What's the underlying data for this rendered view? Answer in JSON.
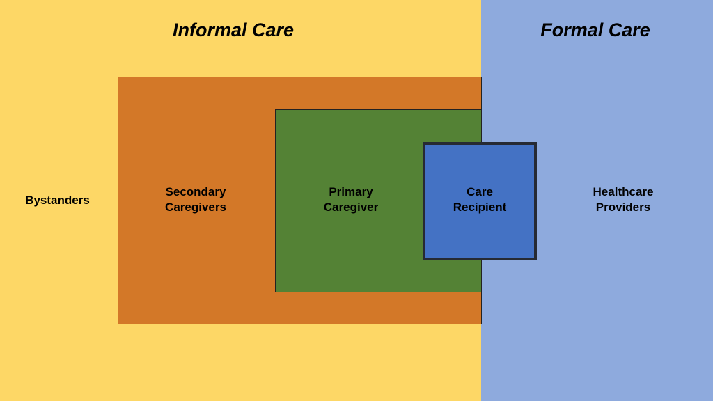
{
  "colors": {
    "informal_zone": "#fdd766",
    "formal_zone": "#8eaadd",
    "secondary_box": "#d37828",
    "primary_box": "#548235",
    "recipient_box": "#4472c4"
  },
  "zones": {
    "informal": {
      "title": "Informal Care"
    },
    "formal": {
      "title": "Formal Care"
    }
  },
  "labels": {
    "bystanders": "Bystanders",
    "secondary": "Secondary\nCaregivers",
    "primary": "Primary\nCaregiver",
    "recipient": "Care\nRecipient",
    "providers": "Healthcare\nProviders"
  }
}
